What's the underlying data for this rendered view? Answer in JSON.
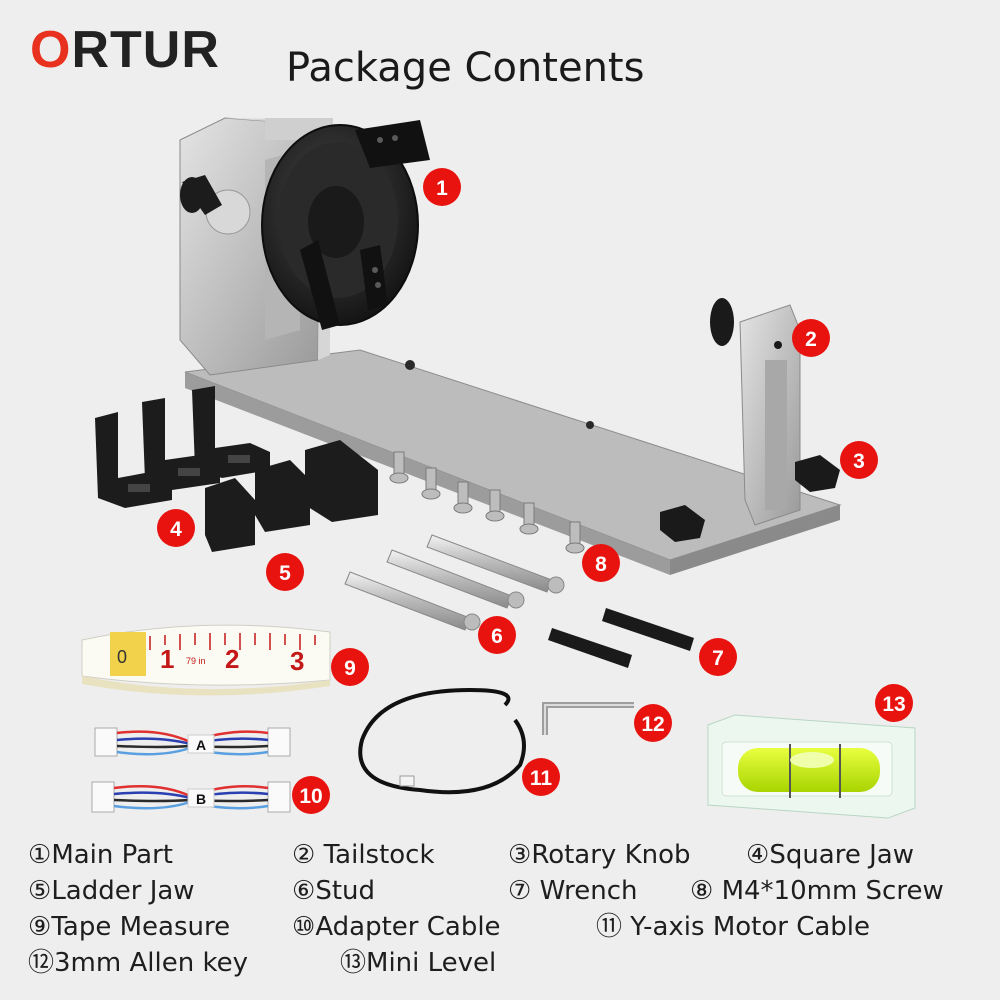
{
  "header": {
    "logo": "ORTUR",
    "title": "Package Contents"
  },
  "photo": {
    "tape_marks": [
      "0",
      "1",
      "2",
      "3"
    ],
    "tape_small": "79 in",
    "cable_tags": [
      "A",
      "B"
    ],
    "item_numbers": [
      "1",
      "2",
      "3",
      "4",
      "5",
      "6",
      "7",
      "8",
      "9",
      "10",
      "11",
      "12",
      "13"
    ]
  },
  "legend": [
    {
      "marker": "①",
      "label": "Main Part"
    },
    {
      "marker": "②",
      "label": "Tailstock"
    },
    {
      "marker": "③",
      "label": "Rotary Knob"
    },
    {
      "marker": "④",
      "label": "Square Jaw"
    },
    {
      "marker": "⑤",
      "label": "Ladder Jaw"
    },
    {
      "marker": "⑥",
      "label": "Stud"
    },
    {
      "marker": "⑦",
      "label": "Wrench"
    },
    {
      "marker": "⑧",
      "label": "M4*10mm Screw"
    },
    {
      "marker": "⑨",
      "label": "Tape Measure"
    },
    {
      "marker": "⑩",
      "label": "Adapter Cable"
    },
    {
      "marker": "⑪",
      "label": "Y-axis Motor Cable"
    },
    {
      "marker": "⑫",
      "label": "3mm Allen key"
    },
    {
      "marker": "⑬",
      "label": "Mini Level"
    }
  ],
  "colors": {
    "accent": "#e8311f",
    "badge": "#e8130f",
    "background": "#eeeeee",
    "level_liquid": "#c8f000"
  }
}
